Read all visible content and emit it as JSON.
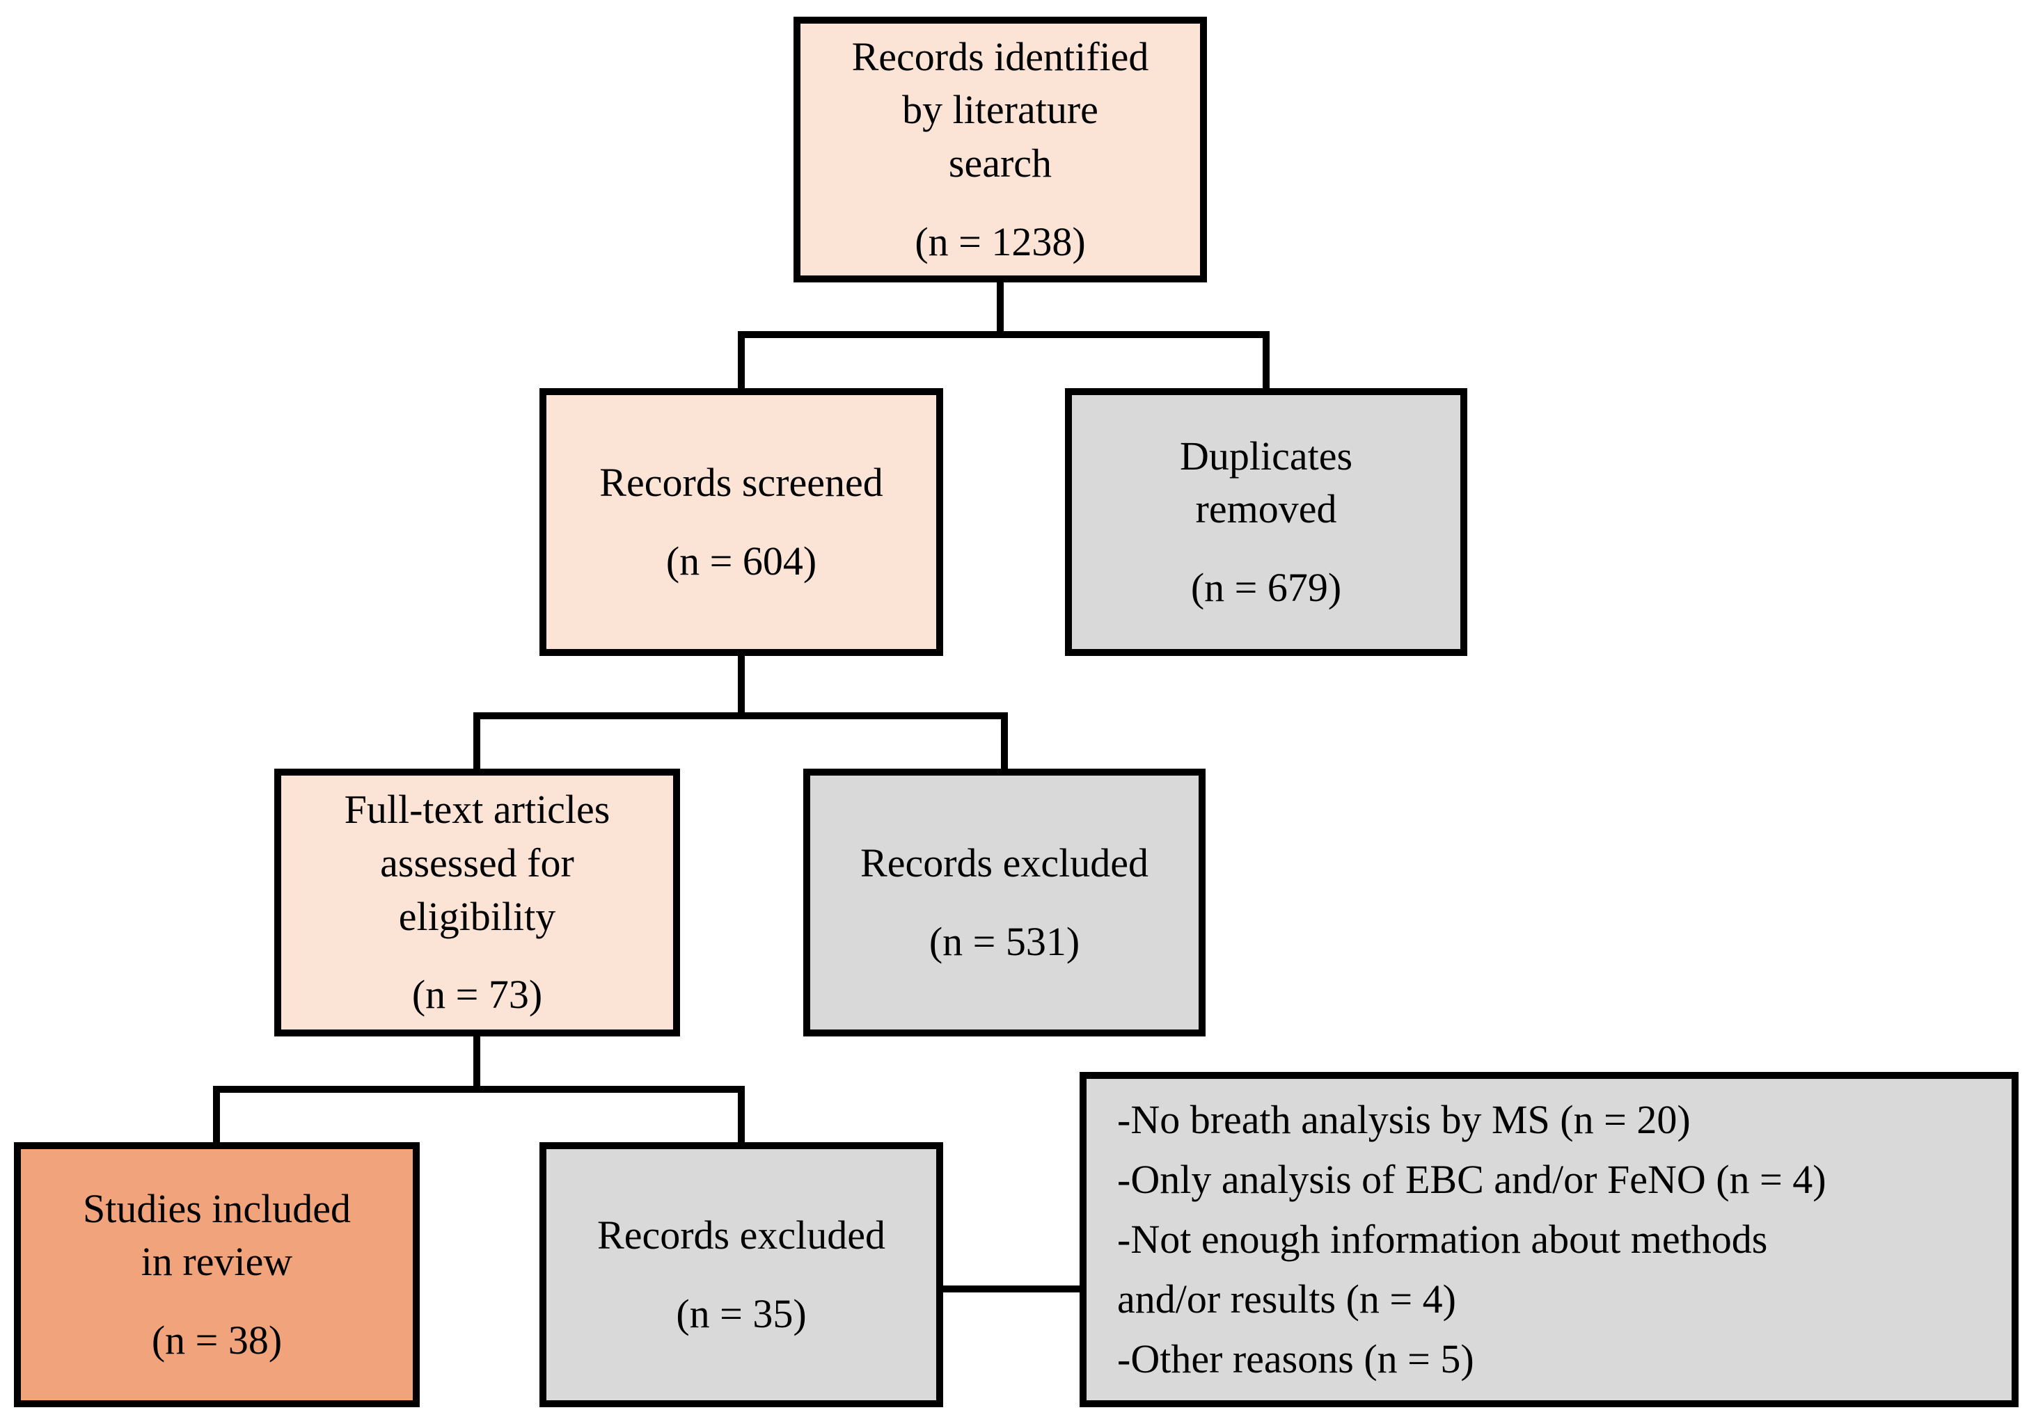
{
  "diagram": {
    "type": "prisma-flowchart",
    "background": "#ffffff",
    "border_color": "#000000",
    "colors": {
      "peach": "#fbe3d6",
      "salmon": "#f1a47b",
      "gray": "#d9d9d9"
    },
    "nodes": [
      {
        "id": "identified",
        "fill": "peach",
        "title": "Records identified\nby literature\nsearch",
        "count_label": "(n = 1238)"
      },
      {
        "id": "screened",
        "fill": "peach",
        "title": "Records screened",
        "count_label": "(n = 604)"
      },
      {
        "id": "duplicates",
        "fill": "gray",
        "title": "Duplicates\nremoved",
        "count_label": "(n = 679)"
      },
      {
        "id": "fulltext",
        "fill": "peach",
        "title": "Full-text articles\nassessed for\neligibility",
        "count_label": "(n = 73)"
      },
      {
        "id": "excluded-screening",
        "fill": "gray",
        "title": "Records excluded",
        "count_label": "(n = 531)"
      },
      {
        "id": "included",
        "fill": "salmon",
        "title": "Studies included\nin review",
        "count_label": "(n = 38)"
      },
      {
        "id": "excluded-fulltext",
        "fill": "gray",
        "title": "Records excluded",
        "count_label": "(n = 35)"
      },
      {
        "id": "exclusion-reasons",
        "fill": "gray",
        "items": [
          "-No breath analysis by MS (n = 20)",
          "-Only analysis of EBC and/or FeNO (n = 4)",
          "-Not enough information about methods\nand/or results (n = 4)",
          "-Other reasons (n = 5)"
        ]
      }
    ]
  }
}
